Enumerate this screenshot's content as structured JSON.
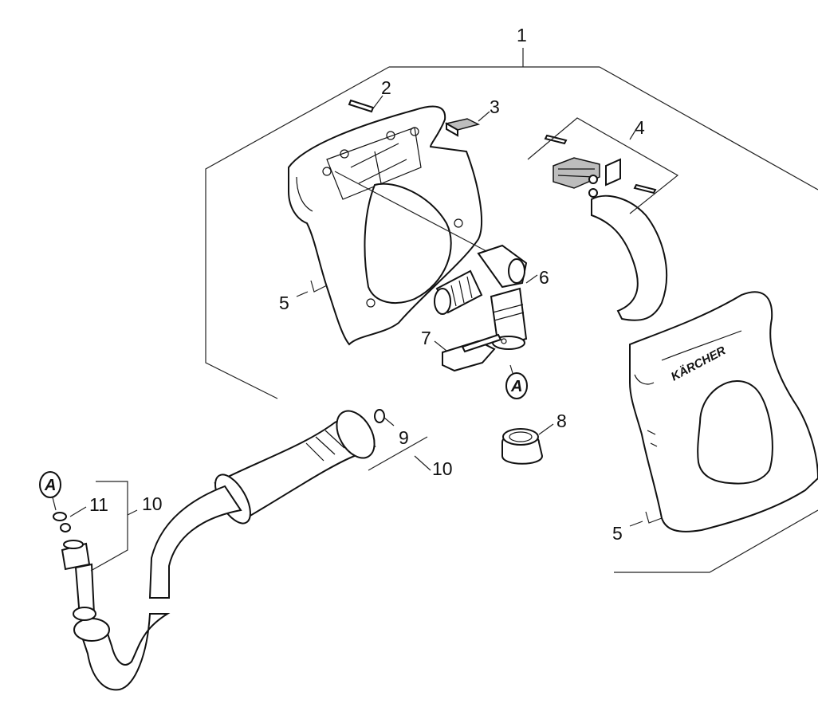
{
  "labels": {
    "l1": "1",
    "l2": "2",
    "l3": "3",
    "l4": "4",
    "l5a": "5",
    "l5b": "5",
    "l6": "6",
    "l7": "7",
    "l8": "8",
    "l9": "9",
    "l10a": "10",
    "l10b": "10",
    "l11": "11"
  },
  "circle_refs": {
    "ref_a_upper": "A",
    "ref_a_lower": "A"
  },
  "brand_text": "KÄRCHER"
}
